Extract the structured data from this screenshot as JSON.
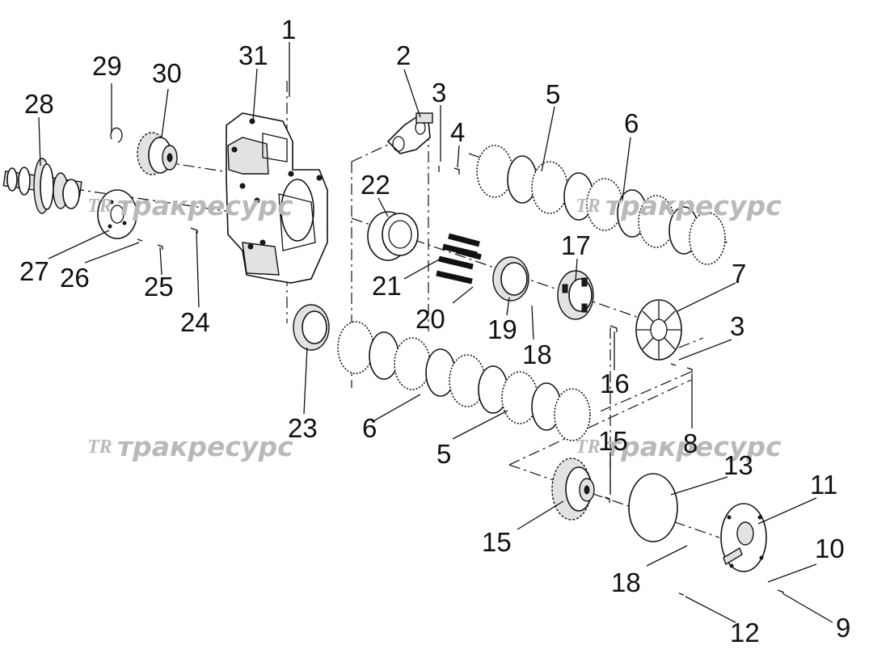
{
  "watermark": {
    "logo": "TR",
    "text": "тракресурс"
  },
  "callouts": [
    {
      "id": "1",
      "label": "1"
    },
    {
      "id": "2",
      "label": "2"
    },
    {
      "id": "3a",
      "label": "3"
    },
    {
      "id": "3b",
      "label": "3"
    },
    {
      "id": "4",
      "label": "4"
    },
    {
      "id": "5a",
      "label": "5"
    },
    {
      "id": "5b",
      "label": "5"
    },
    {
      "id": "6a",
      "label": "6"
    },
    {
      "id": "6b",
      "label": "6"
    },
    {
      "id": "7",
      "label": "7"
    },
    {
      "id": "8",
      "label": "8"
    },
    {
      "id": "9",
      "label": "9"
    },
    {
      "id": "10",
      "label": "10"
    },
    {
      "id": "11",
      "label": "11"
    },
    {
      "id": "12",
      "label": "12"
    },
    {
      "id": "13",
      "label": "13"
    },
    {
      "id": "15a",
      "label": "15"
    },
    {
      "id": "15b",
      "label": "15"
    },
    {
      "id": "16",
      "label": "16"
    },
    {
      "id": "17",
      "label": "17"
    },
    {
      "id": "18a",
      "label": "18"
    },
    {
      "id": "18b",
      "label": "18"
    },
    {
      "id": "19",
      "label": "19"
    },
    {
      "id": "20",
      "label": "20"
    },
    {
      "id": "21",
      "label": "21"
    },
    {
      "id": "22",
      "label": "22"
    },
    {
      "id": "23",
      "label": "23"
    },
    {
      "id": "24",
      "label": "24"
    },
    {
      "id": "25",
      "label": "25"
    },
    {
      "id": "26",
      "label": "26"
    },
    {
      "id": "27",
      "label": "27"
    },
    {
      "id": "28",
      "label": "28"
    },
    {
      "id": "29",
      "label": "29"
    },
    {
      "id": "30",
      "label": "30"
    },
    {
      "id": "31",
      "label": "31"
    }
  ]
}
